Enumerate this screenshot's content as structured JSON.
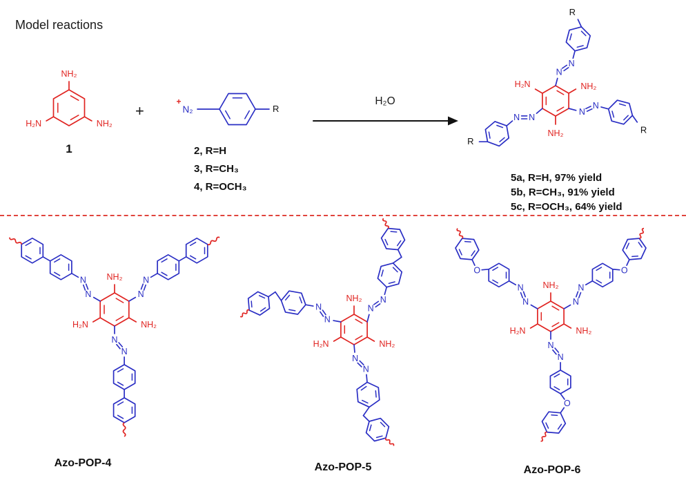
{
  "header": {
    "title": "Model reactions"
  },
  "colors": {
    "red": "#e02421",
    "blue": "#2a2ec4",
    "ink": "#111111",
    "divider_red": "#e0433c"
  },
  "chem": {
    "nh2": "NH₂",
    "h2n": "H₂N",
    "n": "N",
    "o": "O",
    "r": "R",
    "n2": "N₂",
    "plus_charge": "+"
  },
  "reaction": {
    "reactant_label": "1",
    "plus": "+",
    "reagents": [
      "2, R=H",
      "3, R=CH₃",
      "4, R=OCH₃"
    ],
    "condition": "H₂O",
    "product_yields": [
      "5a, R=H, 97% yield",
      "5b, R=CH₃, 91% yield",
      "5c, R=OCH₃, 64% yield"
    ]
  },
  "polymers": [
    {
      "name": "Azo-POP-4"
    },
    {
      "name": "Azo-POP-5"
    },
    {
      "name": "Azo-POP-6"
    }
  ]
}
